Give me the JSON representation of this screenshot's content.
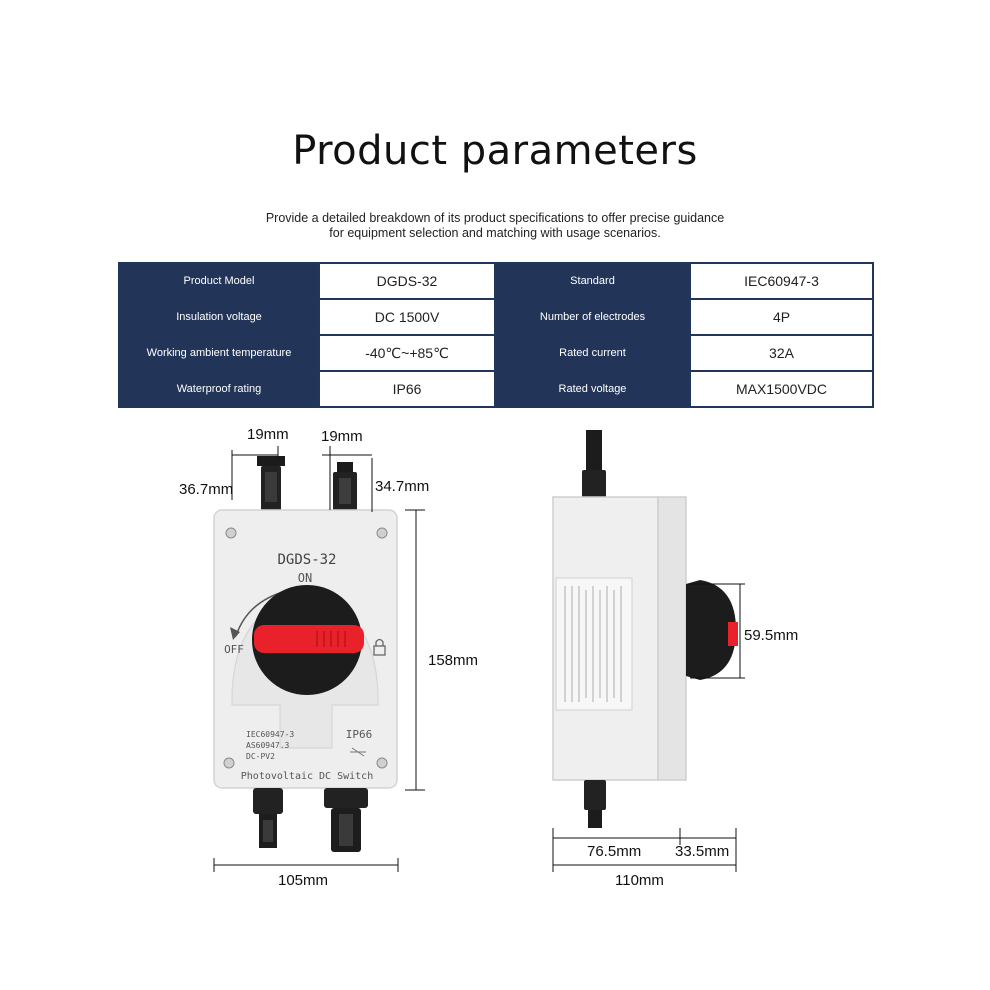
{
  "heading": {
    "title": "Product parameters",
    "subtitle_line1": "Provide a detailed breakdown of its product specifications to offer precise guidance",
    "subtitle_line2": "for equipment selection and matching with usage scenarios."
  },
  "specs": [
    {
      "label": "Product Model",
      "value": "DGDS-32",
      "label2": "Standard",
      "value2": "IEC60947-3"
    },
    {
      "label": "Insulation voltage",
      "value": "DC 1500V",
      "label2": "Number of electrodes",
      "value2": "4P"
    },
    {
      "label": "Working ambient temperature",
      "value": "-40℃~+85℃",
      "label2": "Rated current",
      "value2": "32A"
    },
    {
      "label": "Waterproof rating",
      "value": "IP66",
      "label2": "Rated voltage",
      "value2": "MAX1500VDC"
    }
  ],
  "front": {
    "model": "DGDS-32",
    "on": "ON",
    "off": "OFF",
    "std1": "IEC60947-3",
    "std2": "AS60947.3",
    "std3": "DC-PV2",
    "ip": "IP66",
    "bottom": "Photovoltaic DC Switch"
  },
  "dimensions": {
    "conn_left_w": "19mm",
    "conn_right_w": "19mm",
    "conn_left_h": "36.7mm",
    "conn_right_h": "34.7mm",
    "height": "158mm",
    "width": "105mm",
    "handle": "59.5mm",
    "body_depth": "76.5mm",
    "handle_depth": "33.5mm",
    "depth": "110mm"
  },
  "colors": {
    "table_header": "#223559",
    "handle_red": "#e8212a",
    "enclosure": "#eeeeee"
  }
}
